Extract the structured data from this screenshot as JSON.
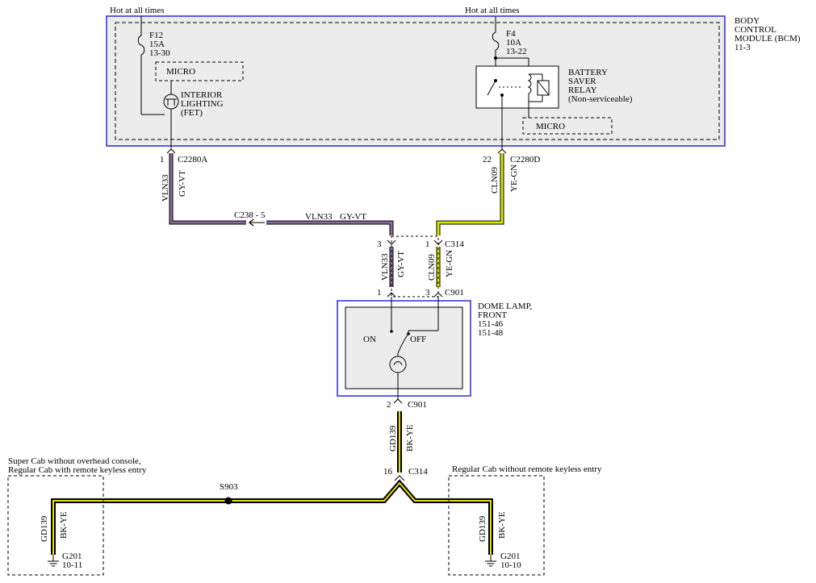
{
  "hot_left": "Hot at all times",
  "hot_right": "Hot at all times",
  "bcm": {
    "line1": "BODY",
    "line2": "CONTROL",
    "line3": "MODULE (BCM)",
    "line4": "11-3"
  },
  "fuse_f12": {
    "name": "F12",
    "rating": "15A",
    "ref": "13-30"
  },
  "fuse_f4": {
    "name": "F4",
    "rating": "10A",
    "ref": "13-22"
  },
  "micro_1": "MICRO",
  "micro_2": "MICRO",
  "interior": {
    "line1": "INTERIOR",
    "line2": "LIGHTING",
    "line3": "(FET)"
  },
  "relay": {
    "line1": "BATTERY",
    "line2": "SAVER",
    "line3": "RELAY",
    "line4": "(Non-serviceable)"
  },
  "c2280a": {
    "pin": "1",
    "name": "C2280A"
  },
  "c2280d": {
    "pin": "22",
    "name": "C2280D"
  },
  "wire_vln33": {
    "circuit": "VLN33",
    "color": "GY-VT",
    "hex": "#8a6a9a"
  },
  "wire_cln09": {
    "circuit": "CLN09",
    "color": "YE-GN",
    "hex": "#d4e600"
  },
  "wire_gd139": {
    "circuit": "GD139",
    "color": "BK-YE",
    "hex": "#e8e000"
  },
  "c238": "C238 - 5",
  "c314_top": {
    "pin_left": "3",
    "pin_right": "1",
    "name": "C314"
  },
  "c901_top": {
    "pin_left": "1",
    "pin_right": "3",
    "name": "C901"
  },
  "dome": {
    "line1": "DOME LAMP,",
    "line2": "FRONT",
    "line3": "151-46",
    "line4": "151-48"
  },
  "switch_on": "ON",
  "switch_off": "OFF",
  "c901_bottom": {
    "pin": "2",
    "name": "C901"
  },
  "c314_bottom": {
    "pin": "16",
    "name": "C314"
  },
  "splice": "S903",
  "note_left": {
    "line1": "Super Cab without overhead console,",
    "line2": "Regular Cab with remote keyless entry"
  },
  "note_right": "Regular Cab without remote keyless entry",
  "ground_left": {
    "name": "G201",
    "ref": "10-11"
  },
  "ground_right": {
    "name": "G201",
    "ref": "10-10"
  }
}
